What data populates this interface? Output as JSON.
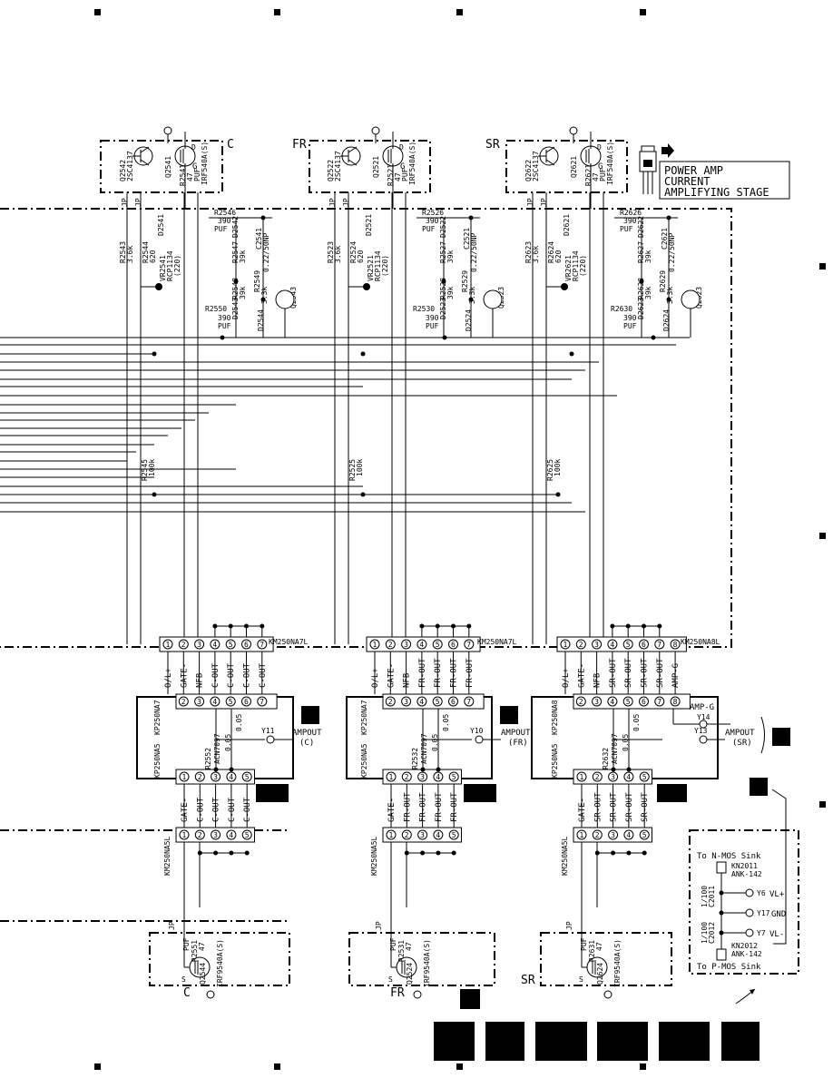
{
  "title_box": {
    "line1": "POWER AMP",
    "line2": "CURRENT",
    "line3": "AMPLIFYING STAGE"
  },
  "channels": [
    {
      "id": "C",
      "label": "C",
      "transistor_npn": "Q2542",
      "npn_type": "2SC4137",
      "mosfet_top": "Q2541",
      "mosfet_top_type": "IRF540A(S)",
      "r_gate_top": "R2541",
      "r_gate_top_val": "47",
      "puf_top": "PUF",
      "r_a": "R2543",
      "r_a_val": "3.6k",
      "r_b": "R2544",
      "r_b_val": "620",
      "d_a": "D2541",
      "vr": "VR2541",
      "vr_part": "RCP1134",
      "vr_val": "(220)",
      "r_c": "R2546",
      "r_c_val": "390",
      "puf_c": "PUF",
      "r_d": "R2547",
      "r_d_val": "39k",
      "d_b": "D2542",
      "c_a": "C2541",
      "c_a_val": "0.22/50NP",
      "r_e": "R2548",
      "r_e_val": "39k",
      "r_f": "R2549",
      "r_f_val": "3.3k",
      "d_c": "D2543",
      "q_drv": "Q2543",
      "d_d": "D2544",
      "r_g": "R2550",
      "r_g_val": "390",
      "puf_g": "PUF",
      "r_h": "R2545",
      "r_h_val": "100k",
      "conn_top": "KM250NA7L",
      "pins_top": [
        "O/L+",
        "GATE-",
        "NFB",
        "C-OUT",
        "C-OUT",
        "C-OUT",
        "C-OUT"
      ],
      "conn_mid_top": "KP250NA7",
      "conn_mid_bot": "KP250NA5",
      "acn": "ACN7097",
      "r_acn": "R2552",
      "r_acn_a": "0.05",
      "r_acn_b": "0.05",
      "test_point": "Y11",
      "ampout": "AMPOUT",
      "ampout_ch": "(C)",
      "conn_bot": "KM250NA5L",
      "pins_bot": [
        "GATE-",
        "C-OUT",
        "C-OUT",
        "C-OUT",
        "C-OUT"
      ],
      "mosfet_bot": "Q2544",
      "mosfet_bot_type": "IRF9540A(S)",
      "r_gate_bot": "R2551",
      "r_gate_bot_val": "47",
      "puf_bot": "PUF",
      "ch_bot_label": "C"
    },
    {
      "id": "FR",
      "label": "FR",
      "transistor_npn": "Q2522",
      "npn_type": "2SC4137",
      "mosfet_top": "Q2521",
      "mosfet_top_type": "IRF540A(S)",
      "r_gate_top": "R2521",
      "r_gate_top_val": "47",
      "puf_top": "PUF",
      "r_a": "R2523",
      "r_a_val": "3.6k",
      "r_b": "R2524",
      "r_b_val": "620",
      "d_a": "D2521",
      "vr": "VR2521",
      "vr_part": "RCP1134",
      "vr_val": "(220)",
      "r_c": "R2526",
      "r_c_val": "390",
      "puf_c": "PUF",
      "r_d": "R2527",
      "r_d_val": "39k",
      "d_b": "D2522",
      "c_a": "C2521",
      "c_a_val": "0.22/50NP",
      "r_e": "R2528",
      "r_e_val": "39k",
      "r_f": "R2529",
      "r_f_val": "3.3k",
      "d_c": "D2523",
      "q_drv": "Q2523",
      "d_d": "D2524",
      "r_g": "R2530",
      "r_g_val": "390",
      "puf_g": "PUF",
      "r_h": "R2525",
      "r_h_val": "100k",
      "conn_top": "KM250NA7L",
      "pins_top": [
        "O/L+",
        "GATE-",
        "NFB",
        "FR-OUT",
        "FR-OUT",
        "FR-OUT",
        "FR-OUT"
      ],
      "conn_mid_top": "KP250NA7",
      "conn_mid_bot": "KP250NA5",
      "acn": "ACN7097",
      "r_acn": "R2532",
      "r_acn_a": "0.05",
      "r_acn_b": "0.05",
      "test_point": "Y10",
      "ampout": "AMPOUT",
      "ampout_ch": "(FR)",
      "conn_bot": "KM250NA5L",
      "pins_bot": [
        "GATE-",
        "FR-OUT",
        "FR-OUT",
        "FR-OUT",
        "FR-OUT"
      ],
      "mosfet_bot": "Q2524",
      "mosfet_bot_type": "IRF9540A(S)",
      "r_gate_bot": "R2531",
      "r_gate_bot_val": "47",
      "puf_bot": "PUF",
      "ch_bot_label": "FR"
    },
    {
      "id": "SR",
      "label": "SR",
      "transistor_npn": "Q2622",
      "npn_type": "2SC4137",
      "mosfet_top": "Q2621",
      "mosfet_top_type": "IRF540A(S)",
      "r_gate_top": "R2621",
      "r_gate_top_val": "47",
      "puf_top": "PUF",
      "r_a": "R2623",
      "r_a_val": "3.6k",
      "r_b": "R2624",
      "r_b_val": "620",
      "d_a": "D2621",
      "vr": "VR2621",
      "vr_part": "RCP1134",
      "vr_val": "(220)",
      "r_c": "R2626",
      "r_c_val": "390",
      "puf_c": "PUF",
      "r_d": "R2627",
      "r_d_val": "39k",
      "d_b": "D2622",
      "c_a": "C2621",
      "c_a_val": "0.22/50NP",
      "r_e": "R2628",
      "r_e_val": "39k",
      "r_f": "R2629",
      "r_f_val": "3.3k",
      "d_c": "D2623",
      "q_drv": "Q2623",
      "d_d": "D2624",
      "r_g": "R2630",
      "r_g_val": "390",
      "puf_g": "PUF",
      "r_h": "R2625",
      "r_h_val": "100k",
      "conn_top": "KM250NA8L",
      "pins_top": [
        "O/L+",
        "GATE-",
        "NFB",
        "SR-OUT",
        "SR-OUT",
        "SR-OUT",
        "SR-OUT",
        "AMP-G"
      ],
      "conn_mid_top": "KP250NA8",
      "conn_mid_bot": "KP250NA5",
      "acn": "ACN7097",
      "r_acn": "R2632",
      "r_acn_a": "0.05",
      "r_acn_b": "0.05",
      "test_point": "Y13",
      "test_point2": "Y14",
      "ampg": "AMP-G",
      "ampout": "AMPOUT",
      "ampout_ch": "(SR)",
      "conn_bot": "KM250NA5L",
      "pins_bot": [
        "GATE-",
        "SR-OUT",
        "SR-OUT",
        "SR-OUT",
        "SR-OUT"
      ],
      "mosfet_bot": "Q2624",
      "mosfet_bot_type": "IRF9540A(S)",
      "r_gate_bot": "R2631",
      "r_gate_bot_val": "47",
      "puf_bot": "PUF",
      "ch_bot_label": "SR"
    }
  ],
  "sink_box": {
    "to_nmos": "To N-MOS Sink",
    "to_pmos": "To P-MOS Sink",
    "kn_top": "KN2011",
    "kn_top_part": "ANK-142",
    "kn_bot": "KN2012",
    "kn_bot_part": "ANK-142",
    "c_top": "C2011",
    "c_top_val": "1/100",
    "c_bot": "C2012",
    "c_bot_val": "1/100",
    "y6": "Y6",
    "y6_label": "VL+",
    "y17": "Y17",
    "y17_label": "GND",
    "y7": "Y7",
    "y7_label": "VL-"
  },
  "misc": {
    "jp": "JP",
    "gate_letter": "G",
    "drain_letter": "D",
    "source_letter": "S"
  }
}
